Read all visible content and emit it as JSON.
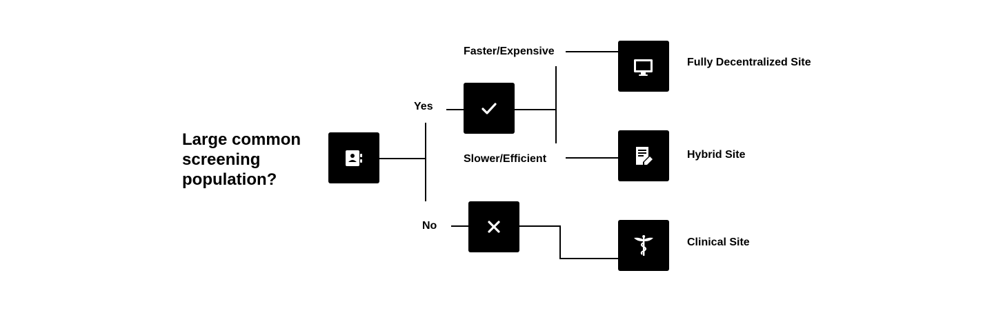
{
  "question": {
    "line1": "Large common",
    "line2": "screening",
    "line3": "population?"
  },
  "branches": {
    "yes": "Yes",
    "no": "No",
    "faster": "Faster/Expensive",
    "slower": "Slower/Efficient"
  },
  "outcomes": {
    "fully_decentralized": "Fully Decentralized Site",
    "hybrid": "Hybrid Site",
    "clinical": "Clinical Site"
  },
  "icons": {
    "start": "contact-book-icon",
    "yes": "checkmark-icon",
    "no": "close-x-icon",
    "fully_decentralized": "monitor-icon",
    "hybrid": "document-edit-icon",
    "clinical": "caduceus-icon"
  },
  "colors": {
    "box": "#000000",
    "line": "#000000",
    "icon": "#ffffff"
  }
}
